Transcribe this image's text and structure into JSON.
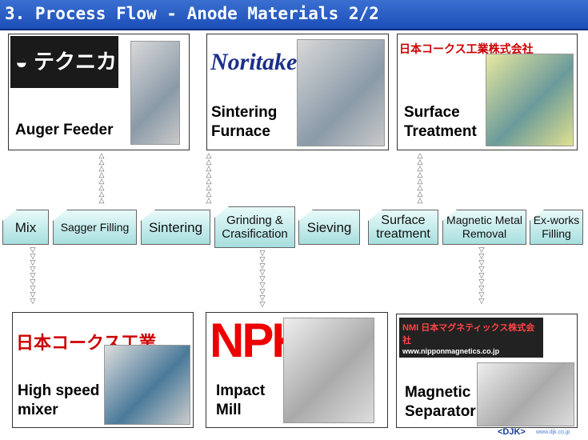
{
  "title": "3. Process Flow - Anode Materials 2/2",
  "equipment_top": [
    {
      "label_line1": "Auger Feeder",
      "label_line2": "",
      "logo": "テクニカ"
    },
    {
      "label_line1": "Sintering",
      "label_line2": "Furnace",
      "logo": "Noritake"
    },
    {
      "label_line1": "Surface",
      "label_line2": "Treatment",
      "logo": "日本コークス工業株式会社"
    }
  ],
  "process_steps": [
    "Mix",
    "Sagger Filling",
    "Sintering",
    "Grinding & Crasification",
    "Sieving",
    "Surface treatment",
    "Magnetic Metal Removal",
    "Ex-works Filling"
  ],
  "equipment_bottom": [
    {
      "label_line1": "High speed",
      "label_line2": "mixer",
      "logo": "日本コークス工業"
    },
    {
      "label_line1": "Impact",
      "label_line2": "Mill",
      "logo": "NPK"
    },
    {
      "label_line1": "Magnetic",
      "label_line2": "Separator",
      "logo": "NMI 日本マグネティックス株式会社",
      "logo_url": "www.nipponmagnetics.co.jp"
    }
  ],
  "footer": {
    "brand": "<DJK>",
    "url": "www.djk.co.jp"
  }
}
